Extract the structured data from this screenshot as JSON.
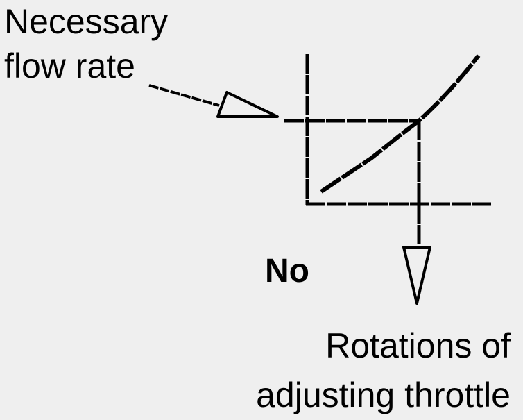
{
  "labels": {
    "input_line1": "Necessary",
    "input_line2": "flow rate",
    "number_marker": "No",
    "output_line1": "Rotations of",
    "output_line2": "adjusting throttle"
  },
  "colors": {
    "background": "#efefef",
    "ink": "#000000"
  }
}
